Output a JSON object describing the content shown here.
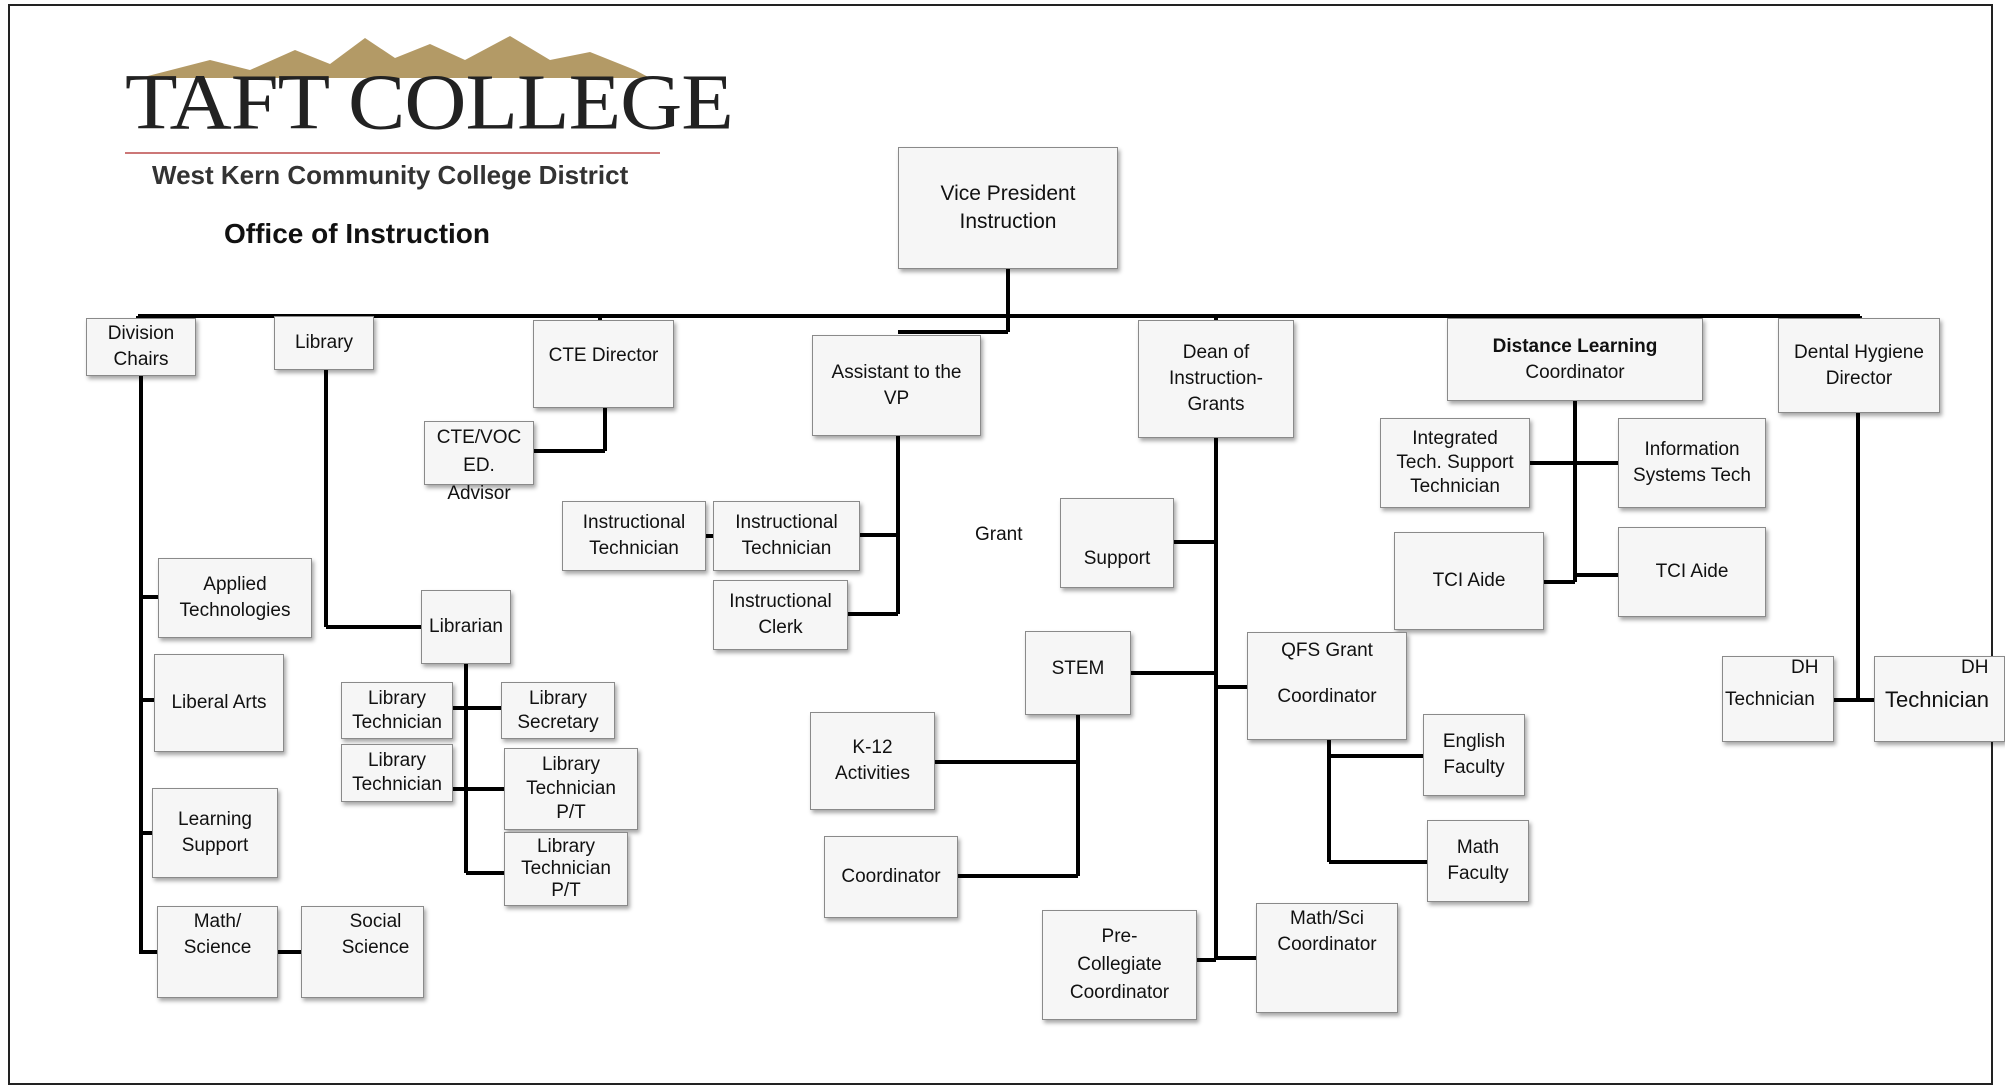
{
  "header": {
    "logo_name": "TAFT COLLEGE",
    "logo_subtitle": "West Kern Community College District",
    "office_title": "Office of Instruction",
    "colors": {
      "mountain": "#b39a66",
      "logo_text": "#222222",
      "rule": "#cc7777"
    }
  },
  "nodes": {
    "vp": "Vice President\nInstruction",
    "division_chairs": "Division\nChairs",
    "library": "Library",
    "cte_director": "CTE Director",
    "cte_voc": "CTE/VOC\nED.\nAdvisor",
    "assistant_vp": "Assistant to the\nVP",
    "dean": "Dean of\nInstruction-\nGrants",
    "dl_coord_bold": "Distance Learning",
    "dl_coord_rest": "Coordinator",
    "dental": "Dental Hygiene\nDirector",
    "integrated_tech": "Integrated\nTech. Support\nTechnician",
    "info_systems": "Information\nSystems Tech",
    "tci_aide_1": "TCI Aide",
    "tci_aide_2": "TCI Aide",
    "instr_tech_1": "Instructional\nTechnician",
    "instr_tech_2": "Instructional\nTechnician",
    "instr_clerk": "Instructional\nClerk",
    "grant_label": "Grant",
    "support": "Support",
    "stem": "STEM",
    "qfs": "QFS Grant\n\nCoordinator",
    "applied_tech": "Applied\nTechnologies",
    "liberal_arts": "Liberal Arts",
    "learning_support": "Learning\nSupport",
    "math_science": "Math/\nScience",
    "social_science": "Social\nScience",
    "librarian": "Librarian",
    "lib_tech_1": "Library\nTechnician",
    "lib_secretary": "Library\nSecretary",
    "lib_tech_2": "Library\nTechnician",
    "lib_tech_pt_1": "Library\nTechnician\nP/T",
    "lib_tech_pt_2": "Library\nTechnician\nP/T",
    "k12": "K-12\nActivities",
    "coordinator": "Coordinator",
    "pre_collegiate": "Pre-\nCollegiate\nCoordinator",
    "math_sci_coord": "Math/Sci\nCoordinator",
    "english_faculty": "English\nFaculty",
    "math_faculty": "Math\nFaculty",
    "dh_tech_1_top": "DH",
    "dh_tech_1_bottom": "Technician",
    "dh_tech_2_top": "DH",
    "dh_tech_2_bottom": "Technician"
  }
}
